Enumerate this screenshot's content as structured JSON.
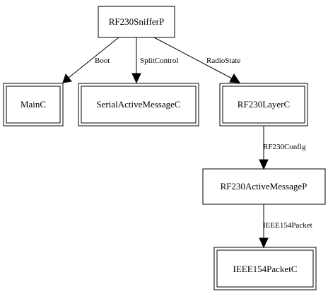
{
  "diagram": {
    "nodes": {
      "sniffer": "RF230SnifferP",
      "mainc": "MainC",
      "serial": "SerialActiveMessageC",
      "layer": "RF230LayerC",
      "activemsg": "RF230ActiveMessageP",
      "packet": "IEEE154PacketC"
    },
    "edges": {
      "boot": "Boot",
      "splitcontrol": "SplitControl",
      "radiostate": "RadioState",
      "config": "RF230Config",
      "ieeepacket": "IEEE154Packet"
    }
  }
}
